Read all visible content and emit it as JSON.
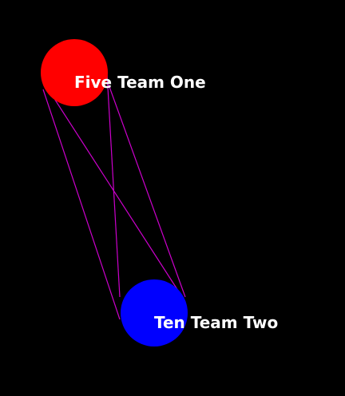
{
  "colors": {
    "background": "#000000",
    "edge": "#cc00cc",
    "label": "#ffffff"
  },
  "nodes": [
    {
      "id": "team-one",
      "label": "Five Team One",
      "color": "#ff0000"
    },
    {
      "id": "team-two",
      "label": "Ten Team Two",
      "color": "#0000ff"
    }
  ],
  "edges": [
    {
      "from": "team-one",
      "to": "team-two",
      "count": 4
    }
  ]
}
